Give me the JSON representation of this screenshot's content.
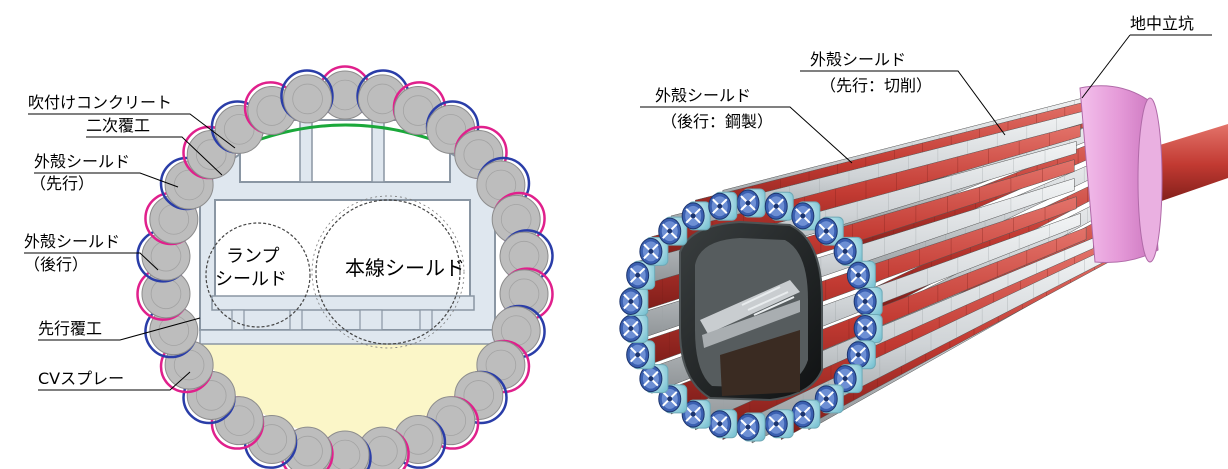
{
  "left_figure": {
    "labels": {
      "shotcrete": "吹付けコンクリート",
      "secondary_lining": "二次覆工",
      "outer_shield_lead_line1": "外殻シールド",
      "outer_shield_lead_line2": "（先行）",
      "outer_shield_follow_line1": "外殻シールド",
      "outer_shield_follow_line2": "（後行）",
      "primary_lining": "先行覆工",
      "cv_spray": "CVスプレー",
      "ramp_shield_line1": "ランプ",
      "ramp_shield_line2": "シールド",
      "main_shield": "本線シールド"
    },
    "colors": {
      "segment_fill": "#bdbdbd",
      "segment_pink": "#e0208c",
      "segment_blue": "#2a3da8",
      "green_band": "#1aa83a",
      "lining_fill": "#dfe7ef",
      "invert_fill": "#fbf6c8"
    }
  },
  "right_figure": {
    "labels": {
      "vertical_shaft": "地中立坑",
      "outer_shield_lead_line1": "外殻シールド",
      "outer_shield_lead_line2": "（先行：切削）",
      "outer_shield_follow_line1": "外殻シールド",
      "outer_shield_follow_line2": "（後行：鋼製）"
    },
    "colors": {
      "red_pipe": "#c23a32",
      "grey_pipe": "#cfd3d6",
      "cutter_cyan": "#a8dbe6",
      "cutter_blue": "#3a5fb0",
      "shaft_ring": "#e59ad8"
    }
  }
}
